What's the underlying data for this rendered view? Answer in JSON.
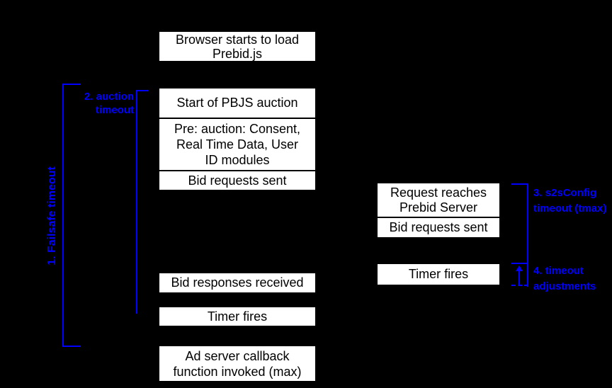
{
  "colors": {
    "background": "#000000",
    "accent_blue": "#0000ff",
    "box_background": "#ffffff",
    "box_text": "#000000"
  },
  "timeline": {
    "main_column": {
      "browser_load": {
        "lines": [
          "Browser starts to load",
          "Prebid.js"
        ]
      },
      "start_auction": {
        "label": "Start of PBJS auction"
      },
      "pre_auction": {
        "lines": [
          "Pre: auction: Consent,",
          "Real Time Data, User",
          "ID modules"
        ]
      },
      "bid_requests_sent": {
        "label": "Bid requests sent"
      },
      "bid_responses_received": {
        "label": "Bid responses received"
      },
      "timer_fires": {
        "label": "Timer fires"
      },
      "ad_server_callback": {
        "lines": [
          "Ad server callback",
          "function invoked (max)"
        ]
      }
    },
    "server_column": {
      "request_reaches": {
        "lines": [
          "Request reaches",
          "Prebid Server"
        ]
      },
      "bid_requests_sent": {
        "label": "Bid requests sent"
      },
      "timer_fires": {
        "label": "Timer fires"
      }
    },
    "annotations": {
      "failsafe_timeout": "1. Failsafe timeout",
      "auction_timeout": "2. auction timeout",
      "s2s_timeout": "3. s2sConfig timeout (tmax)",
      "timeout_adjustments": "4. timeout adjustments"
    }
  }
}
